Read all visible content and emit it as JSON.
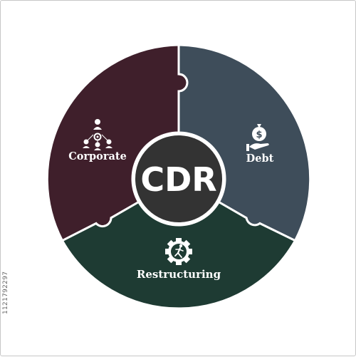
{
  "diagram": {
    "center": {
      "label": "CDR"
    },
    "segments": [
      {
        "id": "corporate",
        "label": "Corporate",
        "icon": "people-network-icon",
        "color": "#3f1f2b"
      },
      {
        "id": "debt",
        "label": "Debt",
        "icon": "money-bag-hand-icon",
        "color": "#3e4d5a"
      },
      {
        "id": "restructuring",
        "label": "Restructuring",
        "icon": "gear-runner-icon",
        "color": "#1e3b33"
      }
    ],
    "center_color": "#333333",
    "outline_color": "#ffffff"
  },
  "watermark": {
    "stock_id": "1121792297"
  }
}
